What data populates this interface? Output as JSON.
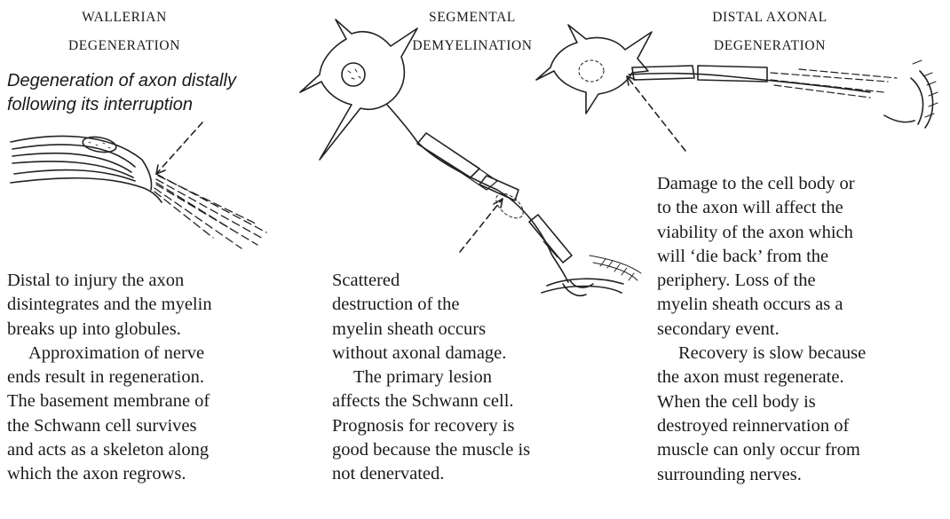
{
  "headings": {
    "wallerian": [
      "WALLERIAN",
      "DEGENERATION"
    ],
    "segmental": [
      "SEGMENTAL",
      "DEMYELINATION"
    ],
    "distal": [
      "DISTAL AXONAL",
      "DEGENERATION"
    ]
  },
  "wallerian": {
    "caption": [
      "Degeneration of axon distally",
      "following its interruption"
    ],
    "para1": [
      "Distal to injury the axon",
      "disintegrates and the myelin",
      "breaks up into globules."
    ],
    "para2": [
      "Approximation of nerve",
      "ends result in regeneration.",
      "The basement membrane of",
      "the Schwann cell survives",
      "and acts as a skeleton along",
      "which the axon regrows."
    ]
  },
  "segmental": {
    "para1": [
      "Scattered",
      "destruction of the",
      "myelin sheath occurs",
      "without axonal damage."
    ],
    "para2": [
      "The primary lesion",
      "affects the Schwann cell.",
      "Prognosis for recovery is",
      "good because the muscle is",
      "not denervated."
    ]
  },
  "distal": {
    "para1": [
      "Damage to the cell body or",
      "to the axon will affect the",
      "viability of the axon which",
      "will ‘die back’ from the",
      "periphery. Loss of the",
      "myelin sheath occurs as a",
      "secondary event."
    ],
    "para2": [
      "Recovery is slow because",
      "the axon must regenerate.",
      "When the cell body is",
      "destroyed reinnervation of",
      "muscle can only occur from",
      "surrounding nerves."
    ]
  }
}
